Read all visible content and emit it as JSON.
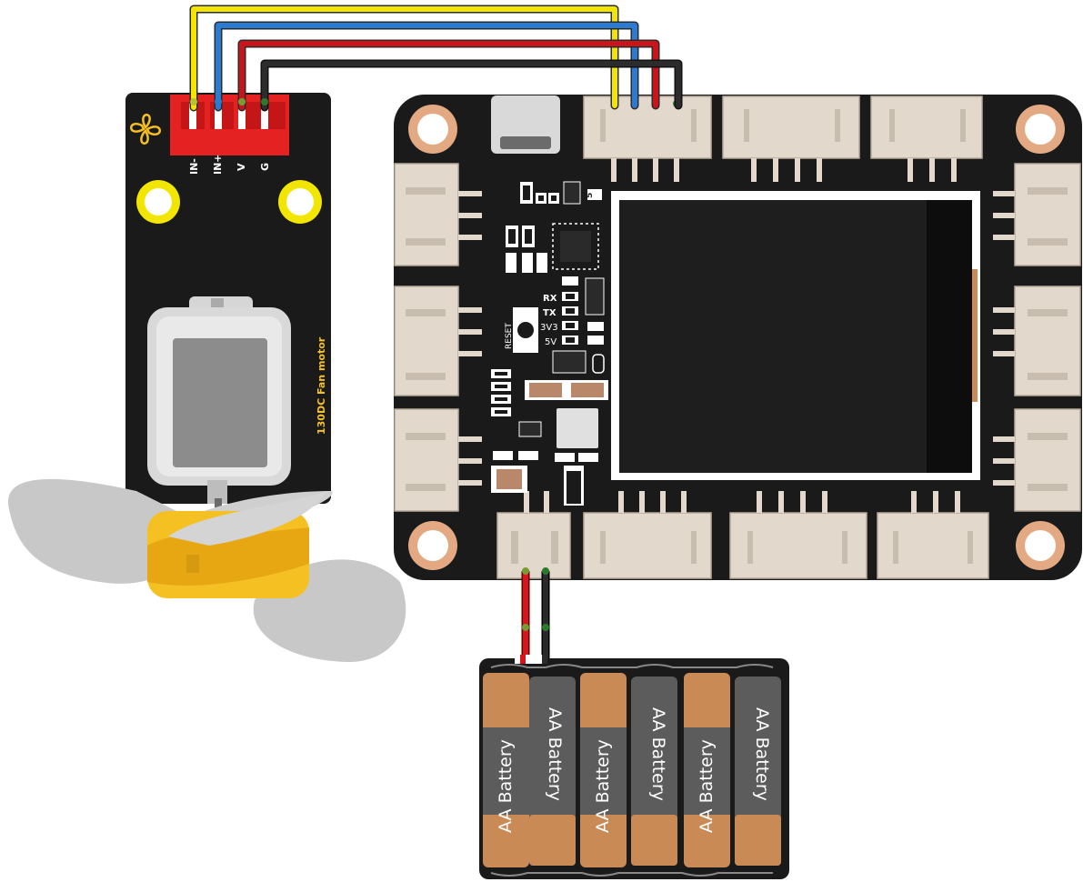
{
  "fan_module": {
    "pins": [
      "IN-",
      "IN+",
      "V",
      "G"
    ],
    "model_label": "130DC Fan motor"
  },
  "controller_board": {
    "silkscreen": {
      "rx": "RX",
      "tx": "TX",
      "v33": "3V3",
      "v5": "5V",
      "reset": "RESET",
      "mark_5": "5"
    }
  },
  "battery_pack": {
    "cell_label": "AA Battery",
    "cells": [
      {
        "label": "AA Battery"
      },
      {
        "label": "AA Battery"
      },
      {
        "label": "AA Battery"
      },
      {
        "label": "AA Battery"
      },
      {
        "label": "AA Battery"
      },
      {
        "label": "AA Battery"
      }
    ]
  },
  "wires": [
    {
      "color": "#f2e600"
    },
    {
      "color": "#2a7bd1"
    },
    {
      "color": "#c8151b"
    },
    {
      "color": "#1c1c1c"
    }
  ],
  "colors": {
    "board": "#1a1a1a",
    "connector": "#e3d8cc",
    "header_red": "#e42222",
    "mount_hole": "#e2a983",
    "fan_yellow": "#f5c022",
    "battery_copper": "#c98a55",
    "battery_gray": "#5c5c5c"
  }
}
